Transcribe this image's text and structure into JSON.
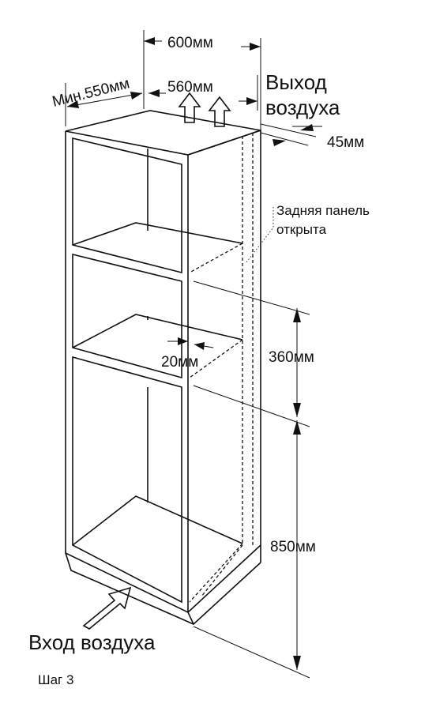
{
  "dimensions": {
    "width_600": "600мм",
    "width_560": "560мм",
    "depth_min": "Мин.550мм",
    "gap_45": "45мм",
    "gap_20": "20мм",
    "height_360": "360мм",
    "height_850": "850мм"
  },
  "labels": {
    "air_outlet_line1": "Выход",
    "air_outlet_line2": "воздуха",
    "back_panel_line1": "Задняя панель",
    "back_panel_line2": "открыта",
    "air_inlet": "Вход воздуха"
  },
  "step": "Шаг 3"
}
